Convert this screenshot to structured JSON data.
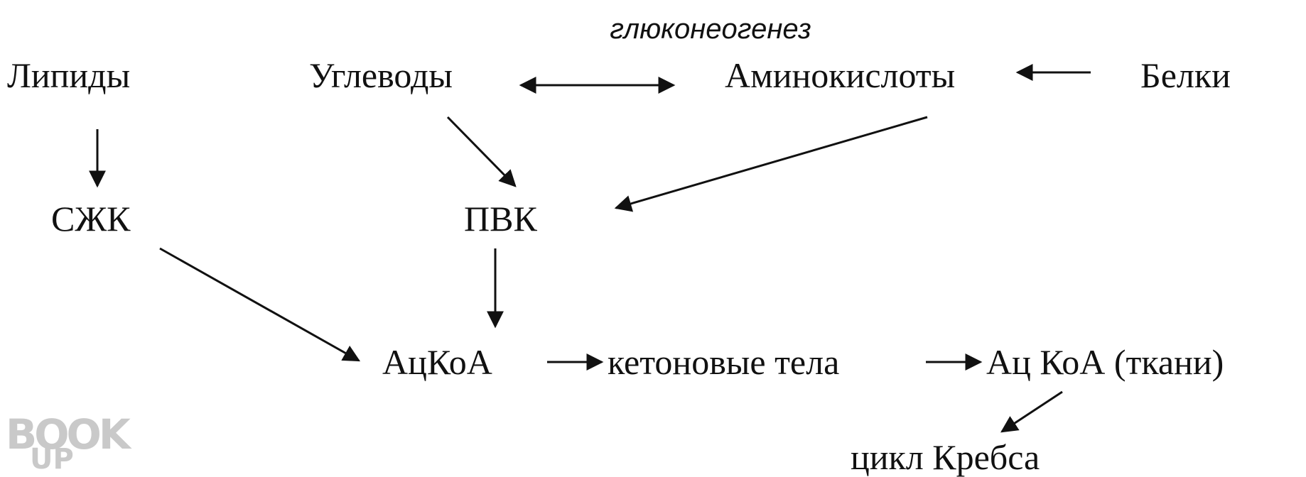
{
  "diagram": {
    "label_gluconeogenesis": "глюконеогенез",
    "nodes": {
      "lipids": "Липиды",
      "carbohydrates": "Углеводы",
      "amino_acids": "Аминокислоты",
      "proteins": "Белки",
      "ffa": "СЖК",
      "pyruvate": "ПВК",
      "acetyl_coa": "АцКоА",
      "ketone_bodies": "кетоновые  тела",
      "acetyl_coa_tissue": "Ац КоА (ткани)",
      "krebs_cycle": "цикл Кребса"
    }
  },
  "watermark": {
    "line1": "BOOK",
    "line2": "UP"
  },
  "colors": {
    "text": "#111111",
    "watermark": "#c9c9c9",
    "background": "#ffffff"
  }
}
